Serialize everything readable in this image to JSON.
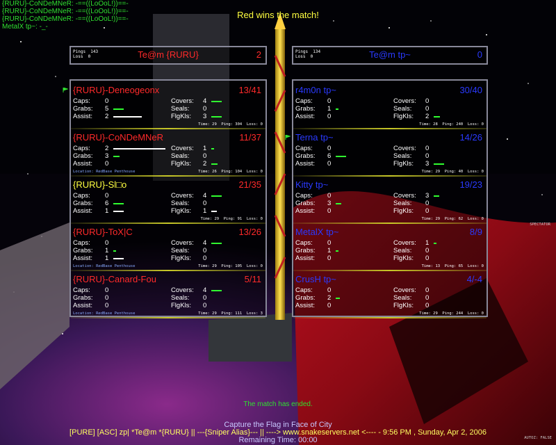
{
  "chat": [
    "{RURU}-CoNDeMNeR: -==((LoOoL!))==-",
    "{RURU}-CoNDeMNeR: -==((LoOoL!))==-",
    "{RURU}-CoNDeMNeR: -==((LoOoL!))==-",
    "MetalX tp~: -_-"
  ],
  "banner": "Red wins the match!",
  "red": {
    "header": {
      "pings_line": "Pings  143",
      "loss_line": "Loss  0",
      "name": "Te@m {RURU}",
      "score": "2"
    },
    "color": "#ff2a2a",
    "players": [
      {
        "name": "{RURU}-Deneogeonx",
        "score": "13/41",
        "name_color": "#ff2a2a",
        "flag": true,
        "caps": "0",
        "grabs": "5",
        "assist": "2",
        "covers": "4",
        "seals": "0",
        "flgkls": "3",
        "bars": {
          "caps": 0,
          "grabs": 0.2,
          "assist": 0.55,
          "covers": 0.2,
          "seals": 0,
          "flgkls": 0.2
        },
        "meta_right": "Time: 29  Ping: 304  Loss: 0",
        "meta_left": ""
      },
      {
        "name": "{RURU}-CoNDeMNeR",
        "score": "11/37",
        "name_color": "#ff2a2a",
        "flag": false,
        "caps": "2",
        "grabs": "3",
        "assist": "0",
        "covers": "1",
        "seals": "0",
        "flgkls": "2",
        "bars": {
          "caps": 1,
          "grabs": 0.12,
          "assist": 0,
          "covers": 0.05,
          "seals": 0,
          "flgkls": 0.12
        },
        "meta_right": "Time: 26  Ping: 104  Loss: 0",
        "meta_left": "Location: RedBase Penthouse"
      },
      {
        "name": "{RURU}-Sl□o",
        "score": "21/35",
        "name_color": "#ffff40",
        "flag": false,
        "caps": "0",
        "grabs": "6",
        "assist": "1",
        "covers": "4",
        "seals": "0",
        "flgkls": "1",
        "bars": {
          "caps": 0,
          "grabs": 0.2,
          "assist": 0.2,
          "covers": 0.2,
          "seals": 0,
          "flgkls": 0.1
        },
        "meta_right": "Time: 29  Ping: 91  Loss: 0",
        "meta_left": ""
      },
      {
        "name": "{RURU}-ToX|C",
        "score": "13/26",
        "name_color": "#ff2a2a",
        "flag": false,
        "caps": "0",
        "grabs": "1",
        "assist": "1",
        "covers": "4",
        "seals": "0",
        "flgkls": "0",
        "bars": {
          "caps": 0,
          "grabs": 0.05,
          "assist": 0.2,
          "covers": 0.2,
          "seals": 0,
          "flgkls": 0
        },
        "meta_right": "Time: 29  Ping: 105  Loss: 0",
        "meta_left": "Location: RedBase Penthouse"
      },
      {
        "name": "{RURU}-Canard-Fou",
        "score": "5/11",
        "name_color": "#ff2a2a",
        "flag": false,
        "caps": "0",
        "grabs": "0",
        "assist": "0",
        "covers": "4",
        "seals": "0",
        "flgkls": "0",
        "bars": {
          "caps": 0,
          "grabs": 0,
          "assist": 0,
          "covers": 0.2,
          "seals": 0,
          "flgkls": 0
        },
        "meta_right": "Time: 29  Ping: 111  Loss: 3",
        "meta_left": "Location: RedBase Penthouse"
      }
    ]
  },
  "blue": {
    "header": {
      "pings_line": "Pings  134",
      "loss_line": "Loss  0",
      "name": "Te@m  tp~",
      "score": "0"
    },
    "color": "#2a3aff",
    "players": [
      {
        "name": "r4m0n tp~",
        "score": "30/40",
        "name_color": "#2a3aff",
        "flag": false,
        "caps": "0",
        "grabs": "1",
        "assist": "0",
        "covers": "0",
        "seals": "0",
        "flgkls": "2",
        "bars": {
          "caps": 0,
          "grabs": 0.05,
          "assist": 0,
          "covers": 0,
          "seals": 0,
          "flgkls": 0.12
        },
        "meta_right": "Time: 28  Ping: 240  Loss: 0",
        "meta_left": ""
      },
      {
        "name": "Terna tp~",
        "score": "14/26",
        "name_color": "#2a3aff",
        "flag": true,
        "caps": "0",
        "grabs": "6",
        "assist": "0",
        "covers": "0",
        "seals": "0",
        "flgkls": "3",
        "bars": {
          "caps": 0,
          "grabs": 0.2,
          "assist": 0,
          "covers": 0,
          "seals": 0,
          "flgkls": 0.2
        },
        "meta_right": "Time: 29  Ping: 40  Loss: 0",
        "meta_left": ""
      },
      {
        "name": "Kitty tp~",
        "score": "19/23",
        "name_color": "#2a3aff",
        "flag": false,
        "caps": "0",
        "grabs": "3",
        "assist": "0",
        "covers": "3",
        "seals": "0",
        "flgkls": "0",
        "bars": {
          "caps": 0,
          "grabs": 0.1,
          "assist": 0,
          "covers": 0.1,
          "seals": 0,
          "flgkls": 0
        },
        "meta_right": "Time: 29  Ping: 62  Loss: 0",
        "meta_left": ""
      },
      {
        "name": "MetalX tp~",
        "score": "8/9",
        "name_color": "#2a3aff",
        "flag": false,
        "caps": "0",
        "grabs": "1",
        "assist": "0",
        "covers": "1",
        "seals": "0",
        "flgkls": "0",
        "bars": {
          "caps": 0,
          "grabs": 0.05,
          "assist": 0,
          "covers": 0.05,
          "seals": 0,
          "flgkls": 0
        },
        "meta_right": "Time: 13  Ping: 65  Loss: 0",
        "meta_left": ""
      },
      {
        "name": "CrusH tp~",
        "score": "4/-4",
        "name_color": "#2a3aff",
        "flag": false,
        "caps": "0",
        "grabs": "2",
        "assist": "0",
        "covers": "0",
        "seals": "0",
        "flgkls": "0",
        "bars": {
          "caps": 0,
          "grabs": 0.08,
          "assist": 0,
          "covers": 0,
          "seals": 0,
          "flgkls": 0
        },
        "meta_right": "Time: 29  Ping: 244  Loss: 0",
        "meta_left": ""
      }
    ]
  },
  "labels": {
    "caps": "Caps:",
    "grabs": "Grabs:",
    "assist": "Assist:",
    "covers": "Covers:",
    "seals": "Seals:",
    "flgkls": "FlgKls:"
  },
  "match_ended": "The match has ended.",
  "footer": {
    "line1": "Capture the Flag in Face of City",
    "line2": "[PURE] [ASC] zp| *Te@m *{RURU} || ---{Sniper Alias}--- || ----> www.snakeservers.net <---- - 9:56 PM , Sunday, Apr 2, 2006",
    "line3": "Remaining Time: 00:00"
  },
  "spectator": "SPECTATOR",
  "autozoom": "AUTOZ:  FALSE",
  "colors": {
    "green": "#30e030",
    "yellow": "#ffff40",
    "red": "#ff2a2a",
    "blue": "#2a3aff",
    "footer": "#c8c8ff",
    "footer2": "#ffff60"
  }
}
